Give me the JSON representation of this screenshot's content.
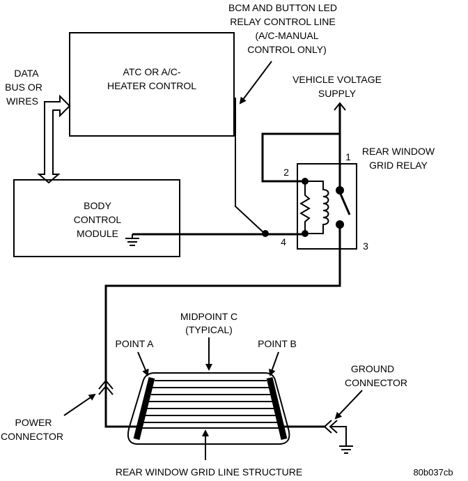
{
  "labels": {
    "atc_line1": "ATC OR A/C-",
    "atc_line2": "HEATER CONTROL",
    "bcm_line1": "BODY",
    "bcm_line2": "CONTROL",
    "bcm_line3": "MODULE",
    "bus_line1": "DATA",
    "bus_line2": "BUS OR",
    "bus_line3": "WIRES",
    "ctrl_line1": "BCM AND BUTTON LED",
    "ctrl_line2": "RELAY CONTROL LINE",
    "ctrl_line3": "(A/C-MANUAL",
    "ctrl_line4": "CONTROL ONLY)",
    "supply_line1": "VEHICLE VOLTAGE",
    "supply_line2": "SUPPLY",
    "relay_line1": "REAR WINDOW",
    "relay_line2": "GRID RELAY",
    "pin1": "1",
    "pin2": "2",
    "pin3": "3",
    "pin4": "4",
    "midpoint_line1": "MIDPOINT C",
    "midpoint_line2": "(TYPICAL)",
    "point_a": "POINT A",
    "point_b": "POINT B",
    "ground_line1": "GROUND",
    "ground_line2": "CONNECTOR",
    "power_line1": "POWER",
    "power_line2": "CONNECTOR",
    "grid_structure": "REAR WINDOW GRID LINE STRUCTURE",
    "figure_code": "80b037cb"
  }
}
